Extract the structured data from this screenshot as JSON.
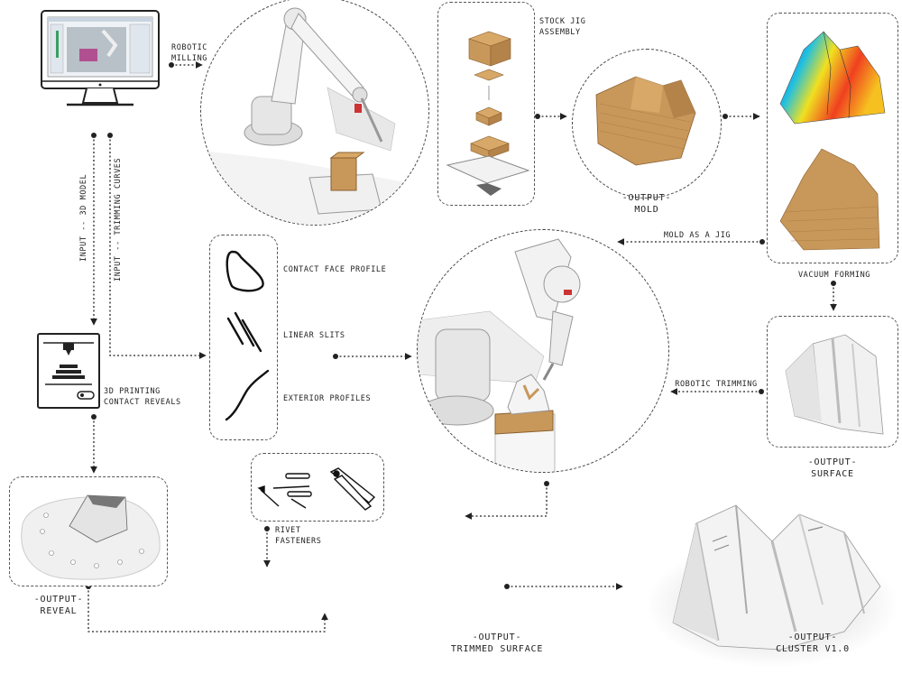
{
  "labels": {
    "robotic_milling": "ROBOTIC\nMILLING",
    "input_3d_model": "INPUT -- 3D MODEL",
    "input_trimming_curves": "INPUT -- TRIMMING CURVES",
    "stock_jig_assembly": "STOCK JIG\nASSEMBLY",
    "output_mold": "-OUTPUT-\nMOLD",
    "mold_as_jig": "MOLD AS A JIG",
    "vacuum_forming": "VACUUM FORMING",
    "contact_face_profile": "CONTACT FACE PROFILE",
    "linear_slits": "LINEAR SLITS",
    "exterior_profiles": "EXTERIOR PROFILES",
    "printing_contact_reveals": "3D PRINTING\nCONTACT REVEALS",
    "robotic_trimming": "ROBOTIC TRIMMING",
    "output_surface": "-OUTPUT-\nSURFACE",
    "rivet_fasteners": "RIVET\nFASTENERS",
    "output_reveal": "-OUTPUT-\nREVEAL",
    "output_trimmed_surface": "-OUTPUT-\nTRIMMED SURFACE",
    "output_cluster": "-OUTPUT-\nCLUSTER V1.0"
  },
  "colors": {
    "wood": "#c8975a",
    "wood_dark": "#a87840",
    "line": "#222222",
    "dash": "#444444"
  },
  "icons": [
    "computer-monitor-icon",
    "3d-printer-icon",
    "robot-arm-icon",
    "rivet-tool-icon"
  ]
}
